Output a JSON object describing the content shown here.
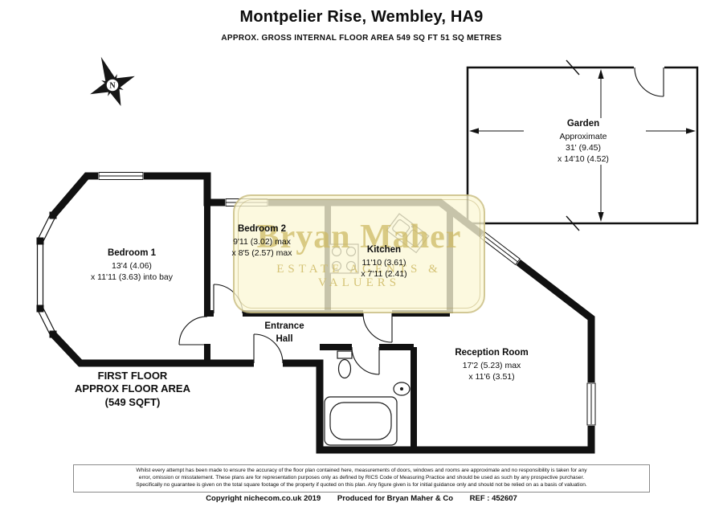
{
  "header": {
    "title": "Montpelier Rise, Wembley, HA9",
    "subtitle": "APPROX. GROSS INTERNAL FLOOR AREA 549 SQ FT 51 SQ METRES"
  },
  "compass": {
    "north_label": "N"
  },
  "rooms": {
    "bedroom1": {
      "name": "Bedroom 1",
      "dim1": "13'4 (4.06)",
      "dim2": "x 11'11 (3.63) into bay"
    },
    "bedroom2": {
      "name": "Bedroom 2",
      "dim1": "9'11 (3.02) max",
      "dim2": "x 8'5 (2.57) max"
    },
    "kitchen": {
      "name": "Kitchen",
      "dim1": "11'10 (3.61)",
      "dim2": "x 7'11 (2.41)"
    },
    "entrance_hall": {
      "line1": "Entrance",
      "line2": "Hall"
    },
    "reception": {
      "name": "Reception Room",
      "dim1": "17'2 (5.23) max",
      "dim2": "x 11'6 (3.51)"
    },
    "garden": {
      "name": "Garden",
      "note": "Approximate",
      "dim1": "31' (9.45)",
      "dim2": "x 14'10 (4.52)"
    }
  },
  "floor_summary": {
    "line1": "FIRST FLOOR",
    "line2": "APPROX FLOOR AREA",
    "line3": "(549 SQFT)"
  },
  "watermark": {
    "line1": "Bryan Maher",
    "line2": "ESTATE AGENTS & VALUERS"
  },
  "footer": {
    "disclaimer_lines": [
      "Whilst every attempt has been made to ensure the accuracy of the floor plan contained here, measurements of doors, windows and rooms are approximate and no responsibility is taken for any",
      "error, omission or misstatement. These plans are for representation purposes only as defined by RICS Code of Measuring Practice and should be used as such by any prospective purchaser.",
      "Specifically no guarantee is given on the total square footage of the property if quoted on this plan. Any figure given is for initial guidance only and should not be relied on as a basis of valuation."
    ],
    "copyright": "Copyright nichecom.co.uk 2019",
    "produced": "Produced for Bryan Maher & Co",
    "ref": "REF :  452607"
  },
  "colors": {
    "wall": "#111111",
    "watermark_bg": "#FBF7D6",
    "watermark_text": "#CEBA64"
  }
}
